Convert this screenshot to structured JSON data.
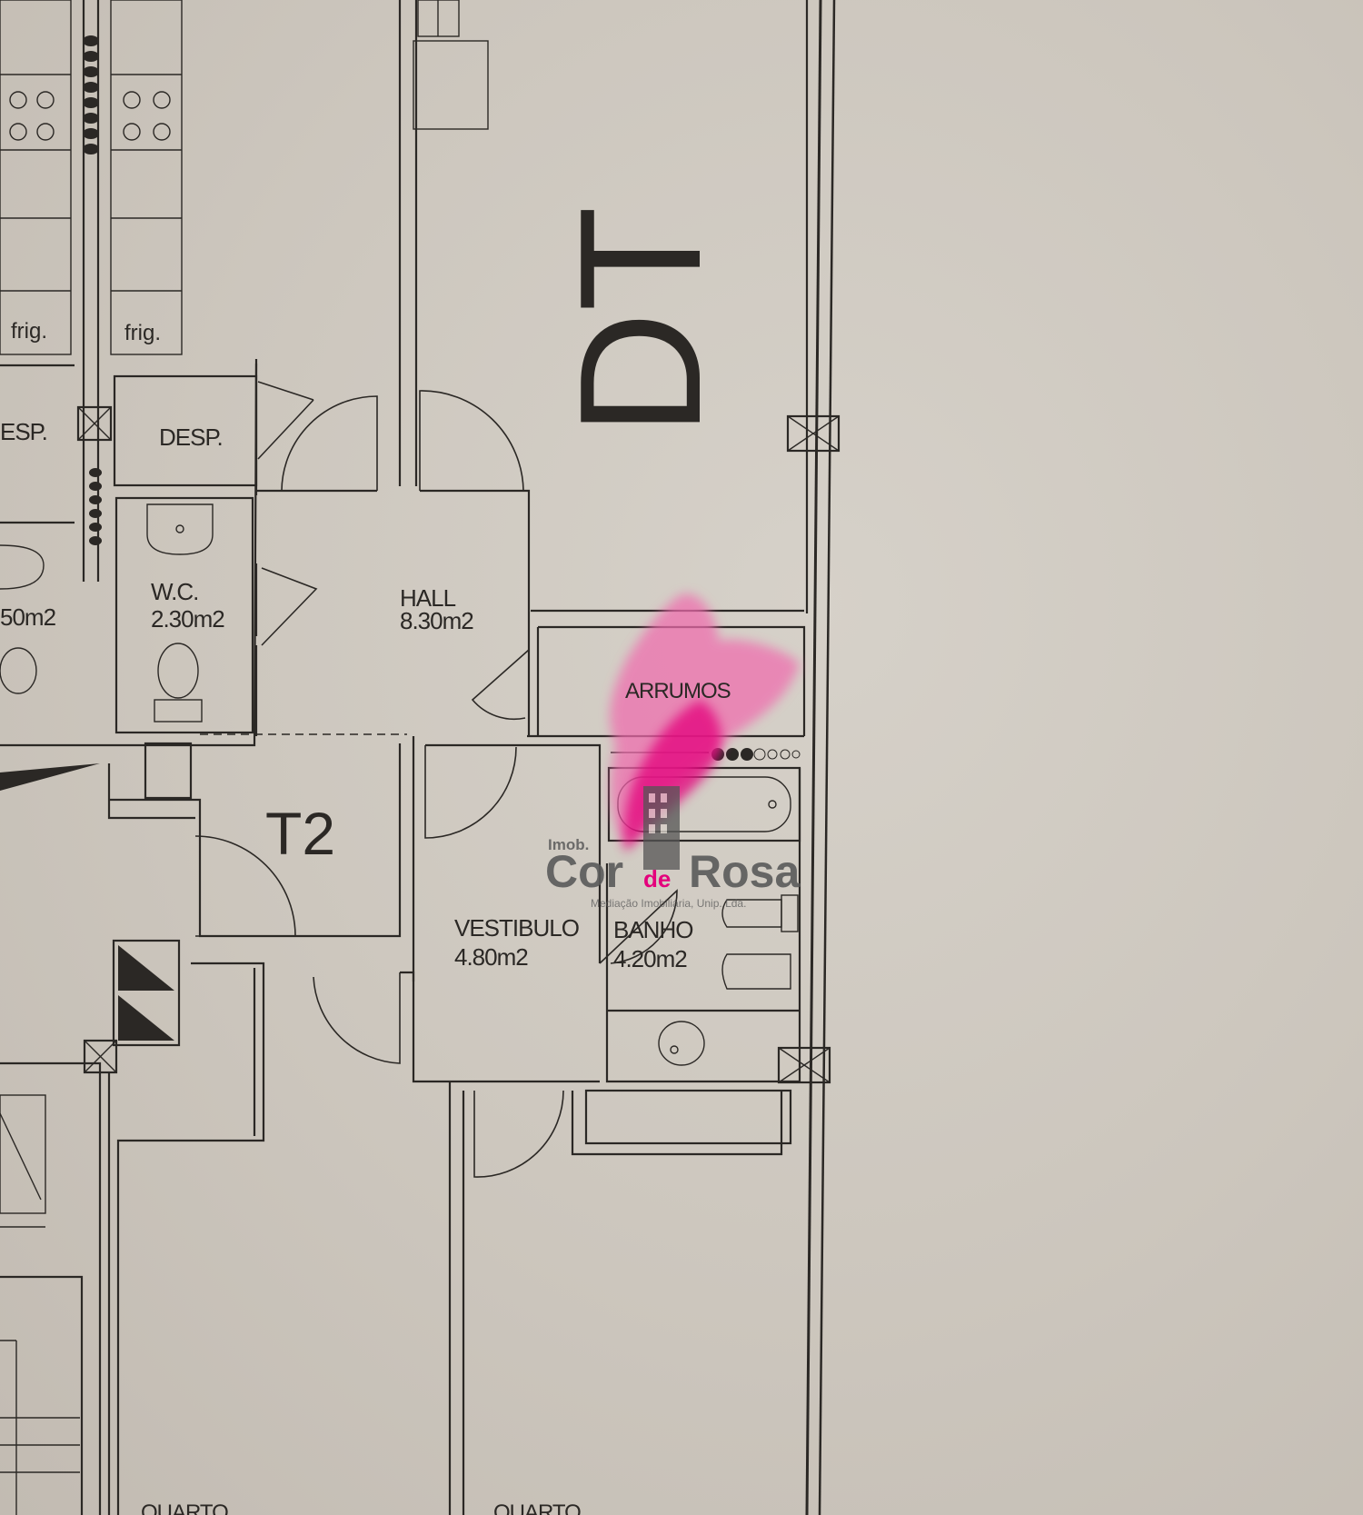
{
  "rooms": {
    "hall": {
      "name": "HALL",
      "area": "8.30m2"
    },
    "wc": {
      "name": "W.C.",
      "area": "2.30m2"
    },
    "wc_left_partial": {
      "name": "",
      "area": "50m2"
    },
    "desp_left": {
      "name": "ESP."
    },
    "desp": {
      "name": "DESP."
    },
    "arrumos": {
      "name": "ARRUMOS"
    },
    "vestibulo": {
      "name": "VESTIBULO",
      "area": "4.80m2"
    },
    "banho": {
      "name": "BANHO",
      "area": "4.20m2"
    },
    "quarto_left": {
      "name": "QUARTO"
    },
    "quarto_right": {
      "name": "QUARTO"
    }
  },
  "unit_type": "T2",
  "side_marker": "DT",
  "fixtures": {
    "frig_left": "frig.",
    "frig_right": "frig."
  },
  "watermark": {
    "prefix": "Imob.",
    "word1": "Cor",
    "word2": "de",
    "word3": "Rosa",
    "tagline": "Mediação Imobiliária, Unip. Lda.",
    "accent_color": "#e4007c",
    "splash_color": "#f06cae",
    "text_color": "#5a5a5a"
  },
  "colors": {
    "paper": "#cfc9c1",
    "ink": "#2b2825"
  }
}
